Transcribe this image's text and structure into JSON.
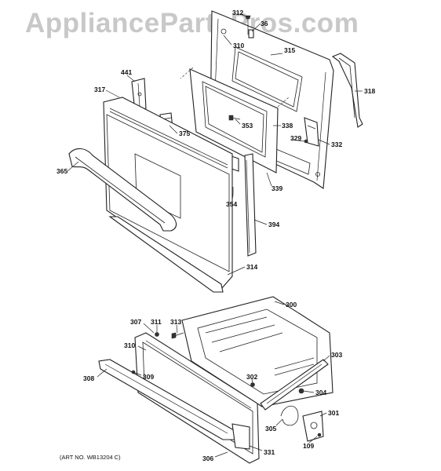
{
  "watermark": "AppliancePartsPros.com",
  "art_number": "(ART NO. WB13204 C)",
  "parts": [
    {
      "id": "p312",
      "label": "312"
    },
    {
      "id": "p36",
      "label": "36"
    },
    {
      "id": "p310a",
      "label": "310"
    },
    {
      "id": "p315",
      "label": "315"
    },
    {
      "id": "p318",
      "label": "318"
    },
    {
      "id": "p441",
      "label": "441"
    },
    {
      "id": "p317",
      "label": "317"
    },
    {
      "id": "p375",
      "label": "375"
    },
    {
      "id": "p353",
      "label": "353"
    },
    {
      "id": "p338",
      "label": "338"
    },
    {
      "id": "p329",
      "label": "329"
    },
    {
      "id": "p332",
      "label": "332"
    },
    {
      "id": "p365",
      "label": "365"
    },
    {
      "id": "p339",
      "label": "339"
    },
    {
      "id": "p354",
      "label": "354"
    },
    {
      "id": "p394",
      "label": "394"
    },
    {
      "id": "p314",
      "label": "314"
    },
    {
      "id": "p300",
      "label": "300"
    },
    {
      "id": "p307",
      "label": "307"
    },
    {
      "id": "p311",
      "label": "311"
    },
    {
      "id": "p313",
      "label": "313"
    },
    {
      "id": "p310b",
      "label": "310"
    },
    {
      "id": "p303",
      "label": "303"
    },
    {
      "id": "p308",
      "label": "308"
    },
    {
      "id": "p309",
      "label": "309"
    },
    {
      "id": "p302",
      "label": "302"
    },
    {
      "id": "p304",
      "label": "304"
    },
    {
      "id": "p301",
      "label": "301"
    },
    {
      "id": "p305",
      "label": "305"
    },
    {
      "id": "p109",
      "label": "109"
    },
    {
      "id": "p306",
      "label": "306"
    },
    {
      "id": "p331",
      "label": "331"
    }
  ]
}
